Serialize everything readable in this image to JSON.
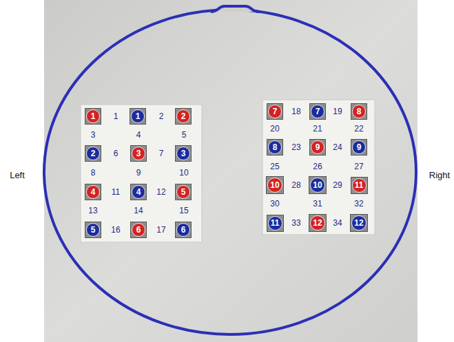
{
  "diagram": {
    "nodes": [
      {
        "text": [
          "1"
        ]
      },
      {
        "text": [
          "1"
        ]
      },
      {
        "text": [
          "2"
        ]
      },
      {
        "text": [
          "2"
        ]
      },
      {
        "text": [
          "3"
        ]
      },
      {
        "text": [
          "3"
        ]
      },
      {
        "text": [
          "4"
        ]
      },
      {
        "text": [
          "4"
        ]
      },
      {
        "text": [
          "5"
        ]
      },
      {
        "text": [
          "5"
        ]
      },
      {
        "text": [
          "6"
        ]
      },
      {
        "text": [
          "6"
        ]
      },
      {
        "text": [
          "7"
        ]
      },
      {
        "text": [
          "7"
        ]
      },
      {
        "text": [
          "8"
        ]
      },
      {
        "text": [
          "8"
        ]
      },
      {
        "text": [
          "9"
        ]
      },
      {
        "text": [
          "9"
        ]
      },
      {
        "text": [
          "10"
        ]
      },
      {
        "text": [
          "10"
        ]
      },
      {
        "text": [
          "11"
        ]
      },
      {
        "text": [
          "11"
        ]
      },
      {
        "text": [
          "12"
        ]
      },
      {
        "text": [
          "12"
        ]
      }
    ],
    "labels": [
      "Left",
      "1",
      "2",
      "3",
      "4",
      "5",
      "6",
      "7",
      "8",
      "9",
      "10",
      "11",
      "12",
      "13",
      "14",
      "15",
      "16",
      "17",
      "18",
      "19",
      "20",
      "21",
      "22",
      "23",
      "24",
      "25",
      "26",
      "27",
      "28",
      "29",
      "30",
      "31",
      "32",
      "33",
      "34",
      "Right"
    ]
  }
}
